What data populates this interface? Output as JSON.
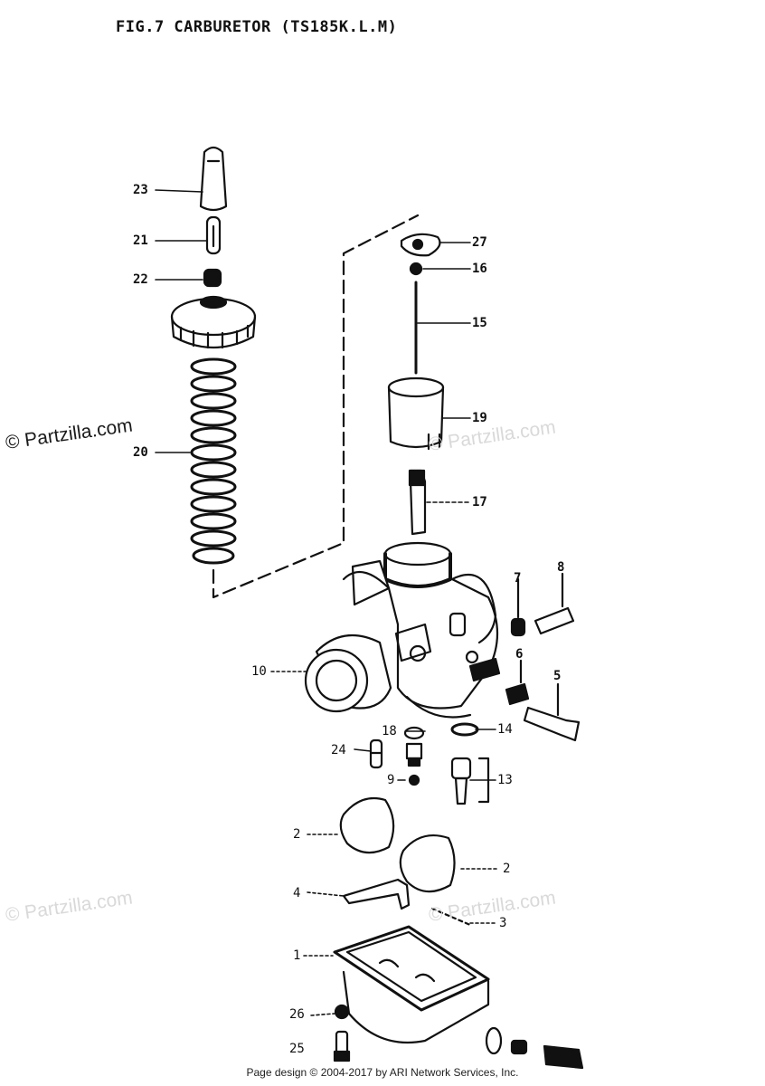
{
  "title": "FIG.7 CARBURETOR (TS185K.L.M)",
  "watermarks": [
    "© Partzilla.com",
    "© Partzilla.com",
    "© Partzilla.com",
    "© Partzilla.com"
  ],
  "footer": "Page design © 2004-2017 by ARI Network Services, Inc.",
  "callouts": [
    "23",
    "21",
    "22",
    "20",
    "27",
    "16",
    "15",
    "19",
    "17",
    "7",
    "8",
    "6",
    "5",
    "10",
    "18",
    "14",
    "24",
    "9",
    "13",
    "2",
    "2",
    "4",
    "3",
    "1",
    "26",
    "25"
  ],
  "colors": {
    "ink": "#111111",
    "paper": "#ffffff",
    "watermark": "#d9d9d9"
  }
}
